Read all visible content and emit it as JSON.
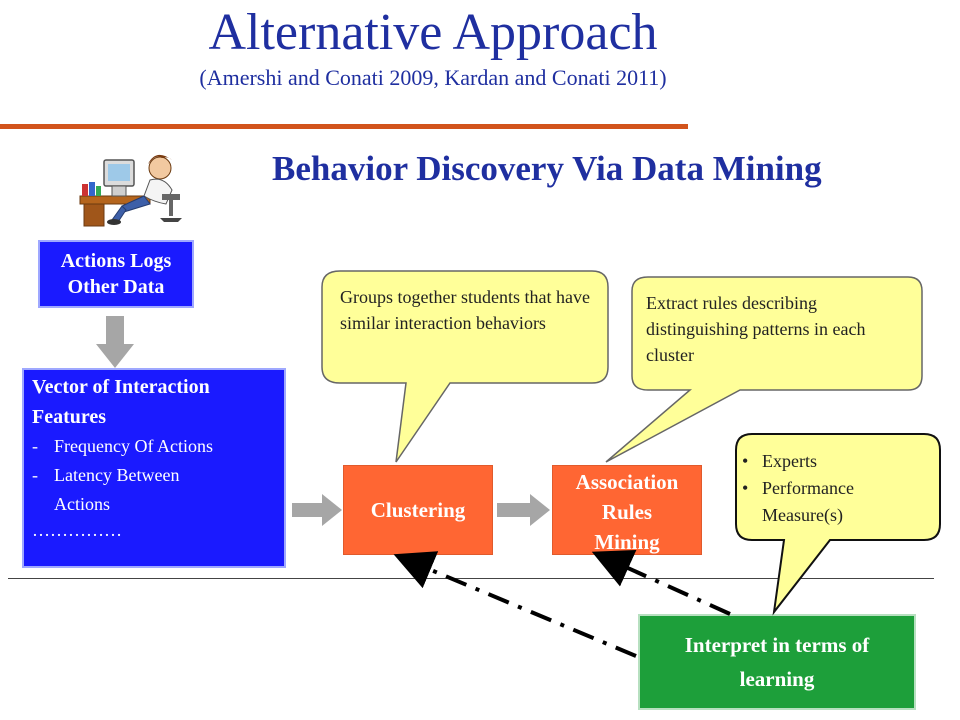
{
  "slide": {
    "title": "Alternative Approach",
    "subtitle": "(Amershi and Conati 2009, Kardan and Conati 2011)",
    "heading": "Behavior Discovery Via Data Mining"
  },
  "actions_box": {
    "line1": "Actions Logs",
    "line2": "Other Data"
  },
  "features_box": {
    "title_line1": "Vector of Interaction",
    "title_line2": "Features",
    "items": [
      {
        "dash": "-",
        "text": "Frequency Of Actions"
      },
      {
        "dash": "-",
        "text": "Latency Between",
        "continuation": "Actions"
      }
    ],
    "ellipsis": "……………"
  },
  "clustering_box": {
    "label": "Clustering"
  },
  "assoc_box": {
    "line1": "Association",
    "line2": "Rules",
    "line3": "Mining"
  },
  "bubble1": {
    "text": "Groups together students that have similar interaction behaviors"
  },
  "bubble2": {
    "text": "Extract rules describing distinguishing patterns in each cluster"
  },
  "bubble3": {
    "items": [
      "Experts",
      "Performance",
      "Measure(s)"
    ]
  },
  "interpret_box": {
    "line1": "Interpret in terms of",
    "line2": "learning"
  },
  "colors": {
    "title": "#1f2fa0",
    "divider": "#d2541c",
    "blue_box": "#1a1aff",
    "orange_box": "#ff6633",
    "green_box": "#1d9f3a",
    "bubble_fill": "#ffff99",
    "arrow_gray": "#a6a6a6"
  }
}
